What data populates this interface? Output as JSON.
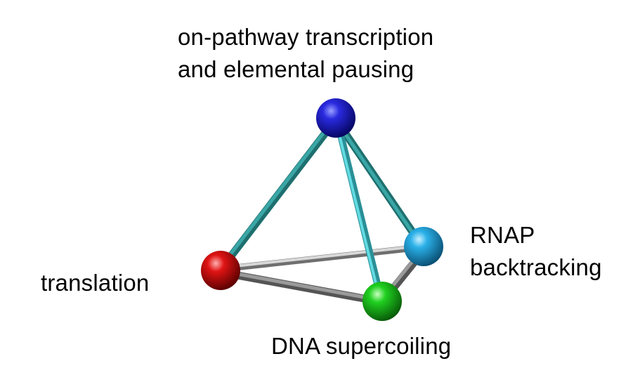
{
  "diagram": {
    "nodes": [
      {
        "id": "top",
        "label_lines": [
          "on-pathway transcription",
          "and elemental pausing"
        ],
        "color": "#1a1acc"
      },
      {
        "id": "right",
        "label_lines": [
          "RNAP",
          "backtracking"
        ],
        "color": "#29a8de"
      },
      {
        "id": "left",
        "label_lines": [
          "translation"
        ],
        "color": "#dd1111"
      },
      {
        "id": "bottom",
        "label_lines": [
          "DNA supercoiling"
        ],
        "color": "#22cc22"
      }
    ],
    "edges": [
      {
        "from": "top",
        "to": "left",
        "color": "#2f9a9a"
      },
      {
        "from": "top",
        "to": "right",
        "color": "#2f9a9a"
      },
      {
        "from": "top",
        "to": "bottom",
        "color": "#46c4cc"
      },
      {
        "from": "left",
        "to": "right",
        "color": "#b8b8b8"
      },
      {
        "from": "left",
        "to": "bottom",
        "color": "#777777"
      },
      {
        "from": "right",
        "to": "bottom",
        "color": "#777777"
      }
    ]
  }
}
